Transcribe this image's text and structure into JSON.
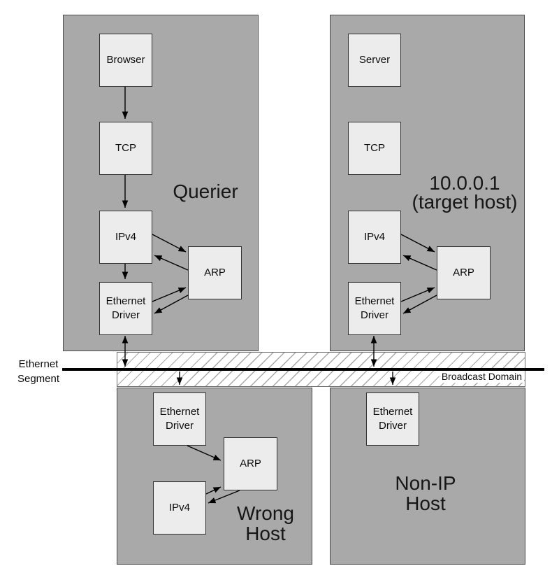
{
  "hosts": {
    "querier": {
      "label": "Querier",
      "boxes": {
        "browser": "Browser",
        "tcp": "TCP",
        "ipv4": "IPv4",
        "ethernet_driver": "Ethernet Driver",
        "arp": "ARP"
      }
    },
    "target": {
      "label_line1": "10.0.0.1",
      "label_line2": "(target host)",
      "boxes": {
        "server": "Server",
        "tcp": "TCP",
        "ipv4": "IPv4",
        "ethernet_driver": "Ethernet Driver",
        "arp": "ARP"
      }
    },
    "wrong": {
      "label_line1": "Wrong",
      "label_line2": "Host",
      "boxes": {
        "ethernet_driver": "Ethernet Driver",
        "arp": "ARP",
        "ipv4": "IPv4"
      }
    },
    "nonip": {
      "label_line1": "Non-IP",
      "label_line2": "Host",
      "boxes": {
        "ethernet_driver": "Ethernet Driver"
      }
    }
  },
  "segment": {
    "label_line1": "Ethernet",
    "label_line2": "Segment",
    "broadcast_label": "Broadcast Domain"
  },
  "colors": {
    "host_fill": "#a9a9a9",
    "box_fill": "#ececec",
    "box_border": "#323232",
    "segment_line": "#000000",
    "hatch_line": "#a8a8a8",
    "text": "#111111"
  }
}
